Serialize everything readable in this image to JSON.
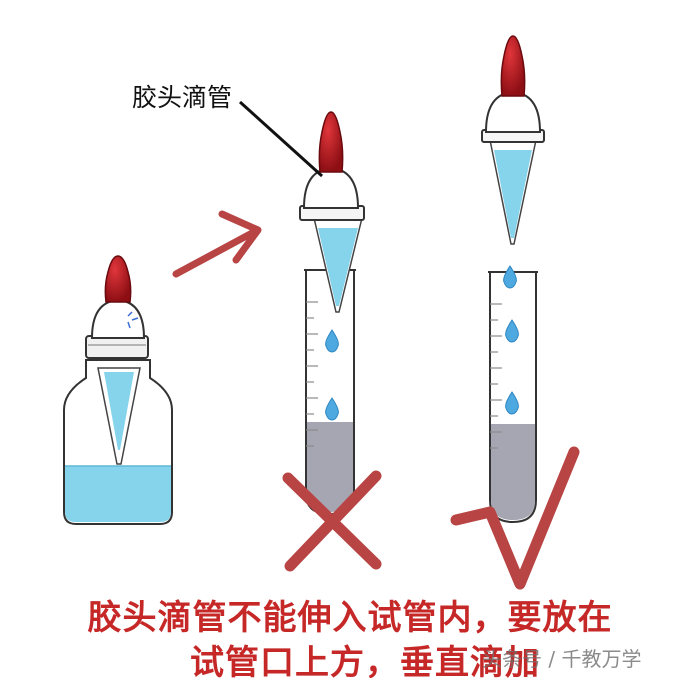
{
  "callout_label": "胶头滴管",
  "caption": {
    "line1": "胶头滴管不能伸入试管内，要放在",
    "line2": "试管口上方，垂直滴加"
  },
  "watermark": "头条号 / 千教万学",
  "marks": {
    "wrong": "cross-mark-icon",
    "right": "check-mark-icon"
  },
  "colors": {
    "bulb": "#b0151b",
    "liquid": "#86d3ec",
    "drop": "#4ea9e0",
    "sediment": "#a6a6b2",
    "caption": "#c62828",
    "mark": "#b84444"
  }
}
